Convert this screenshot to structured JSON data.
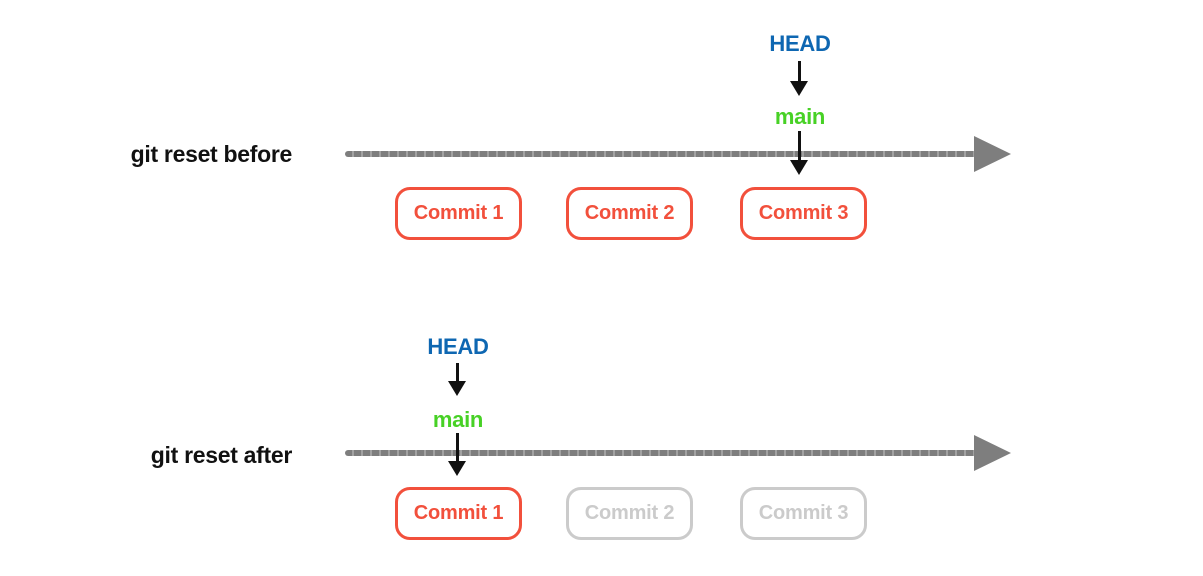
{
  "colors": {
    "commit_active": "#f2503c",
    "commit_faded": "#cbcbcb",
    "timeline_gray": "#7e7e7e",
    "head_blue": "#0e67b2",
    "branch_green": "#47d125",
    "text_black": "#111111"
  },
  "sections": [
    {
      "label": "git reset before",
      "head": "HEAD",
      "branch": "main",
      "commits": [
        {
          "label": "Commit 1",
          "state": "active"
        },
        {
          "label": "Commit 2",
          "state": "active"
        },
        {
          "label": "Commit 3",
          "state": "active"
        }
      ]
    },
    {
      "label": "git reset after",
      "head": "HEAD",
      "branch": "main",
      "commits": [
        {
          "label": "Commit 1",
          "state": "active"
        },
        {
          "label": "Commit 2",
          "state": "faded"
        },
        {
          "label": "Commit 3",
          "state": "faded"
        }
      ]
    }
  ]
}
